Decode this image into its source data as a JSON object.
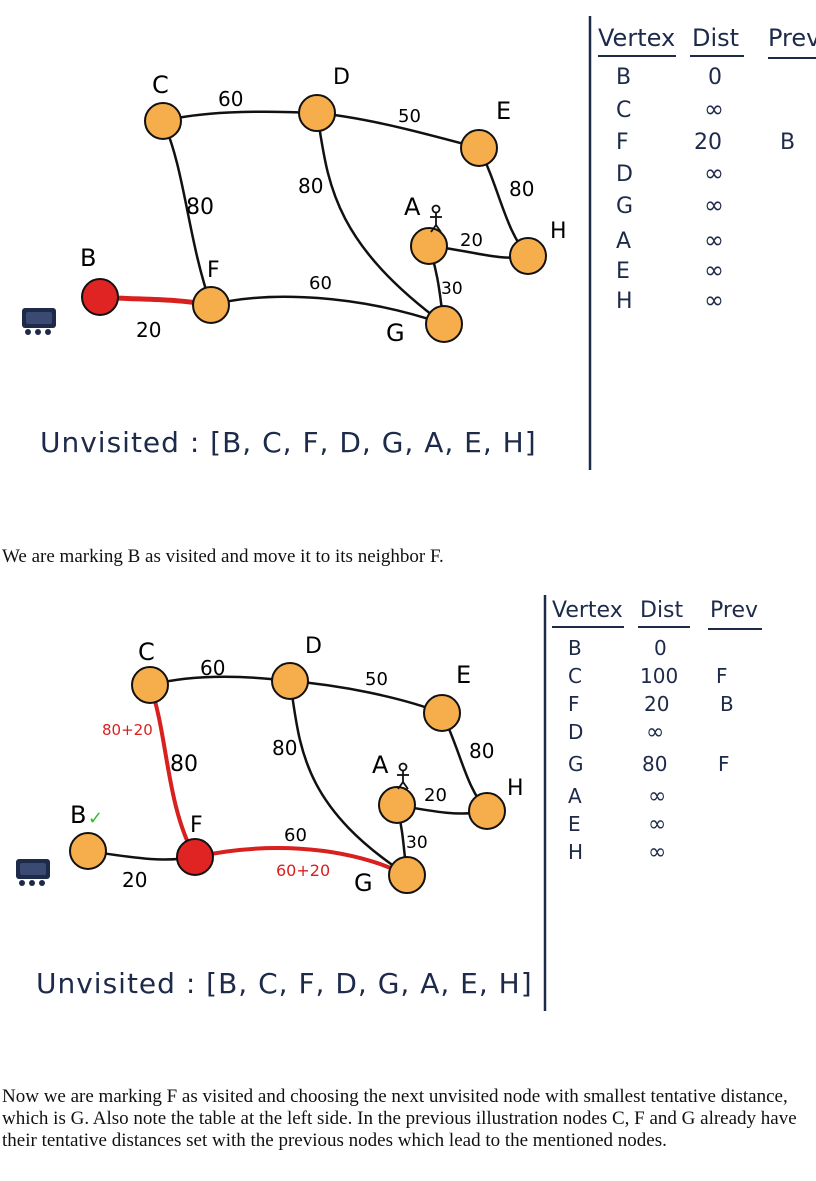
{
  "palette": {
    "node": "#f6ad4b",
    "visited": "#e02323",
    "ink": "#111111",
    "highlight": "#d8201f",
    "check": "#2bbf2b",
    "table_ink": "#1d2a4a"
  },
  "panel1": {
    "nodes": [
      {
        "id": "C",
        "label": "C",
        "state": "normal"
      },
      {
        "id": "D",
        "label": "D",
        "state": "normal"
      },
      {
        "id": "E",
        "label": "E",
        "state": "normal"
      },
      {
        "id": "A",
        "label": "A",
        "state": "normal"
      },
      {
        "id": "H",
        "label": "H",
        "state": "normal"
      },
      {
        "id": "B",
        "label": "B",
        "state": "current"
      },
      {
        "id": "F",
        "label": "F",
        "state": "normal"
      },
      {
        "id": "G",
        "label": "G",
        "state": "normal"
      }
    ],
    "edges": [
      {
        "from": "C",
        "to": "D",
        "weight": "60"
      },
      {
        "from": "D",
        "to": "E",
        "weight": "50"
      },
      {
        "from": "C",
        "to": "F",
        "weight": "80"
      },
      {
        "from": "D",
        "to": "G",
        "weight": "80"
      },
      {
        "from": "E",
        "to": "H",
        "weight": "80"
      },
      {
        "from": "A",
        "to": "H",
        "weight": "20"
      },
      {
        "from": "A",
        "to": "G",
        "weight": "30"
      },
      {
        "from": "F",
        "to": "G",
        "weight": "60"
      },
      {
        "from": "B",
        "to": "F",
        "weight": "20"
      }
    ],
    "table": {
      "headers": [
        "Vertex",
        "Dist",
        "Prev"
      ],
      "rows": [
        [
          "B",
          "0",
          ""
        ],
        [
          "C",
          "∞",
          ""
        ],
        [
          "F",
          "20",
          "B"
        ],
        [
          "D",
          "∞",
          ""
        ],
        [
          "G",
          "∞",
          ""
        ],
        [
          "A",
          "∞",
          ""
        ],
        [
          "E",
          "∞",
          ""
        ],
        [
          "H",
          "∞",
          ""
        ]
      ]
    },
    "unvisited": "Unvisited : [B, C, F, D, G, A, E, H]"
  },
  "caption1": "We are marking B as visited and move it to its neighbor F.",
  "panel2": {
    "nodes": [
      {
        "id": "C",
        "label": "C",
        "state": "normal"
      },
      {
        "id": "D",
        "label": "D",
        "state": "normal"
      },
      {
        "id": "E",
        "label": "E",
        "state": "normal"
      },
      {
        "id": "A",
        "label": "A",
        "state": "normal"
      },
      {
        "id": "H",
        "label": "H",
        "state": "normal"
      },
      {
        "id": "B",
        "label": "B",
        "state": "visited"
      },
      {
        "id": "F",
        "label": "F",
        "state": "current"
      },
      {
        "id": "G",
        "label": "G",
        "state": "normal"
      }
    ],
    "edges": [
      {
        "from": "C",
        "to": "D",
        "weight": "60"
      },
      {
        "from": "D",
        "to": "E",
        "weight": "50"
      },
      {
        "from": "C",
        "to": "F",
        "weight": "80",
        "note": "80+20"
      },
      {
        "from": "D",
        "to": "G",
        "weight": "80"
      },
      {
        "from": "E",
        "to": "H",
        "weight": "80"
      },
      {
        "from": "A",
        "to": "H",
        "weight": "20"
      },
      {
        "from": "A",
        "to": "G",
        "weight": "30"
      },
      {
        "from": "F",
        "to": "G",
        "weight": "60",
        "note": "60+20"
      },
      {
        "from": "B",
        "to": "F",
        "weight": "20"
      }
    ],
    "table": {
      "headers": [
        "Vertex",
        "Dist",
        "Prev"
      ],
      "rows": [
        [
          "B",
          "0",
          ""
        ],
        [
          "C",
          "100",
          "F"
        ],
        [
          "F",
          "20",
          "B"
        ],
        [
          "D",
          "∞",
          ""
        ],
        [
          "G",
          "80",
          "F"
        ],
        [
          "A",
          "∞",
          ""
        ],
        [
          "E",
          "∞",
          ""
        ],
        [
          "H",
          "∞",
          ""
        ]
      ]
    },
    "unvisited": "Unvisited : [B, C, F, D, G, A, E, H]",
    "visited_mark": "✓"
  },
  "caption2": "Now we are marking F as visited and choosing the next unvisited node with smallest tentative distance, which is G. Also note the table at the left side. In the previous illustration nodes C, F and G already have their tentative distances set with the previous nodes which lead to the mentioned nodes."
}
